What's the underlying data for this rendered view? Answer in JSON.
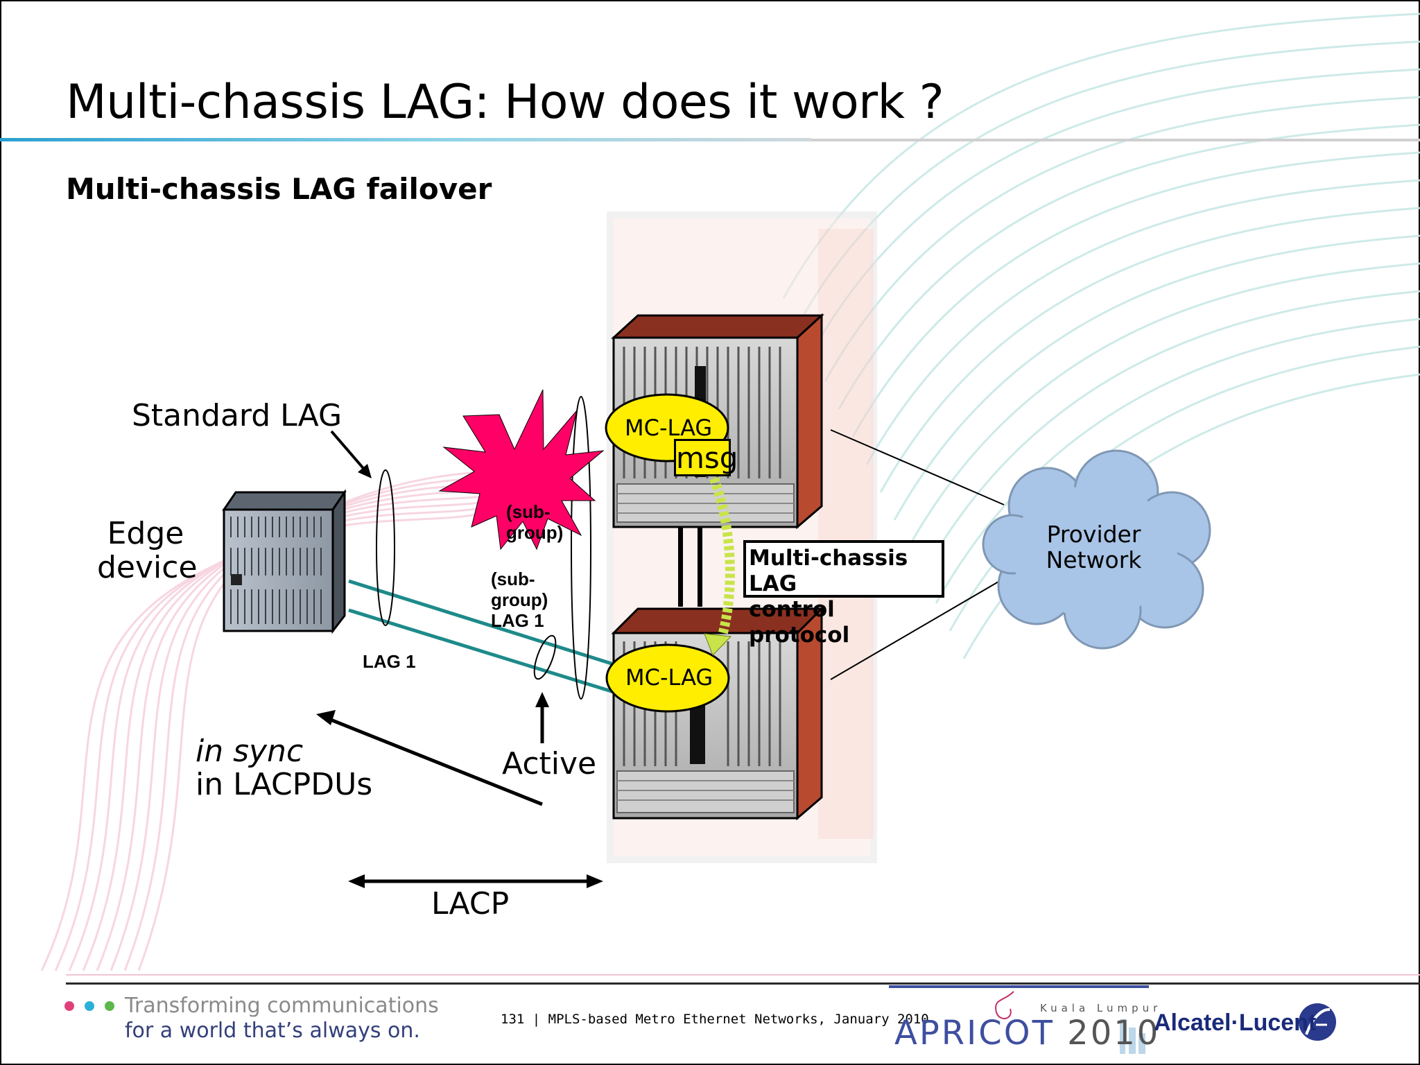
{
  "slide": {
    "title": "Multi-chassis LAG: How does it work ?",
    "subtitle": "Multi-chassis LAG failover"
  },
  "labels": {
    "standard_lag": "Standard LAG",
    "edge_device_line1": "Edge",
    "edge_device_line2": "device",
    "lag1": "LAG 1",
    "subgroup_top_line1": "(sub-",
    "subgroup_top_line2": "group)",
    "subgroup_bottom_line1": "(sub-",
    "subgroup_bottom_line2": "group)",
    "subgroup_bottom_line3": "LAG 1",
    "mclag_top": "MC-LAG",
    "mclag_bottom": "MC-LAG",
    "msg": "msg",
    "control_protocol_line1": "Multi-chassis LAG",
    "control_protocol_line2": "control protocol",
    "provider_network_line1": "Provider",
    "provider_network_line2": "Network",
    "in_sync": "in sync",
    "in_lacpdus": "in LACPDUs",
    "active": "Active",
    "lacp": "LACP"
  },
  "footer": {
    "tagline_line1": "Transforming communications",
    "tagline_line2": "for a world that’s always on.",
    "center_text": "131 | MPLS-based Metro Ethernet Networks, January 2010",
    "event_city": "Kuala Lumpur",
    "event_name": "APRICOT",
    "event_year": "2010",
    "brand": "Alcatel·Lucent"
  },
  "colors": {
    "title_rule_blue": "#2aa0d0",
    "link_teal": "#1e8a8a",
    "explosion": "#ff0066",
    "mclag_yellow": "#ffee00",
    "chassis_side": "#b84a30",
    "cloud": "#a8c4e6",
    "accent_dots": [
      "#e0407a",
      "#2bb0d8",
      "#5cb84a"
    ]
  },
  "icons": {
    "explosion": "explosion-burst-icon",
    "edge_device": "edge-device-chassis-icon",
    "router_top": "router-chassis-icon",
    "router_bottom": "router-chassis-icon",
    "cloud": "cloud-icon",
    "logo": "alcatel-lucent-logo-icon"
  }
}
